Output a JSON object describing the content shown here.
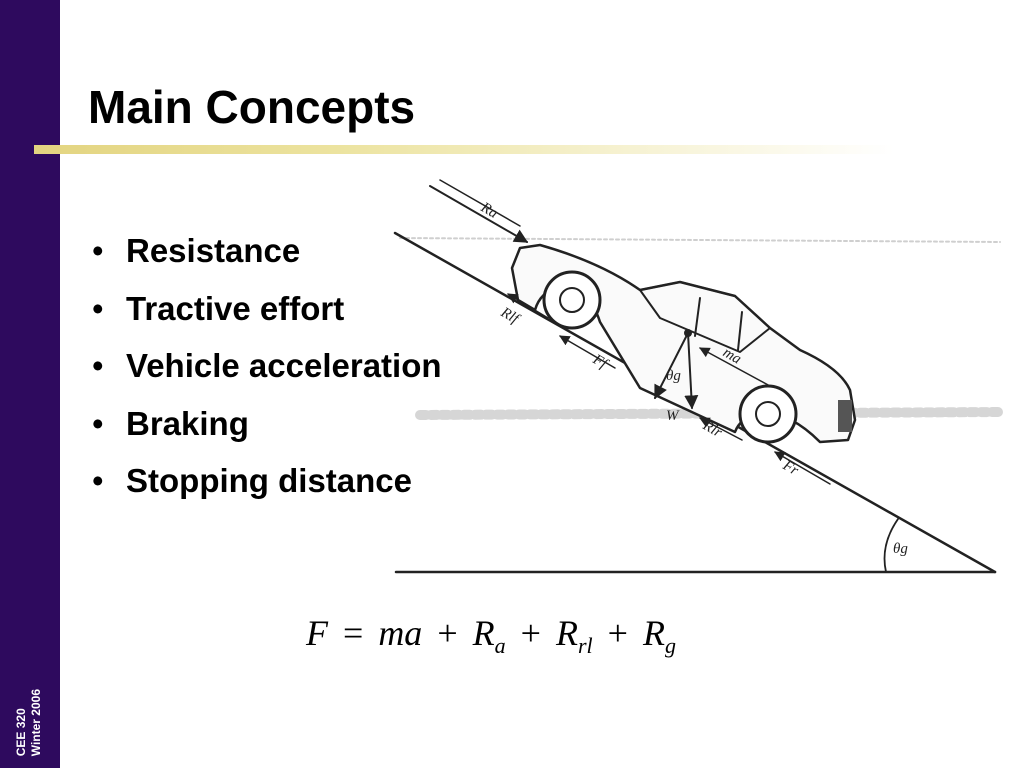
{
  "sidebar": {
    "course": "CEE 320",
    "term": "Winter 2006"
  },
  "title": "Main Concepts",
  "bullets": [
    "Resistance",
    "Tractive effort",
    "Vehicle acceleration",
    "Braking",
    "Stopping distance"
  ],
  "bullet_symbol": "•",
  "figure": {
    "labels": {
      "ra": "Ra",
      "rlf": "Rlf",
      "ff": "Ff",
      "ma": "ma",
      "theta_g_vehicle": "θg",
      "w": "W",
      "rlr": "Rlr",
      "fr": "Fr",
      "theta_g_slope": "θg"
    }
  },
  "formula": {
    "F": "F",
    "eq": "=",
    "ma": "ma",
    "plus": "+",
    "R": "R",
    "sub_a": "a",
    "sub_rl": "rl",
    "sub_g": "g"
  }
}
